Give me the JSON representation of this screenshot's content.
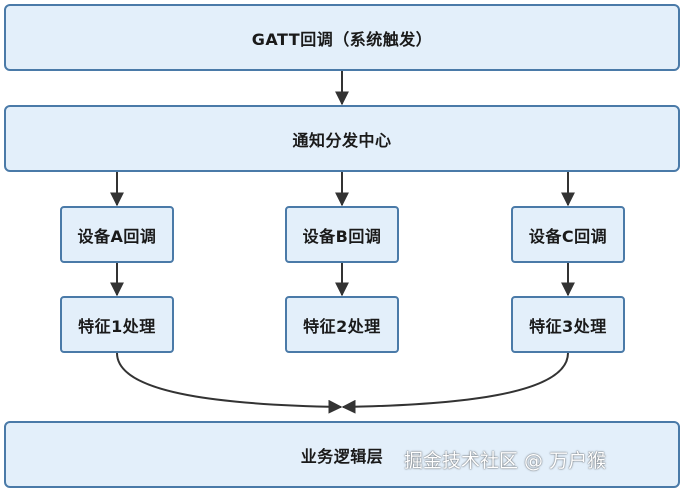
{
  "nodes": {
    "gatt": "GATT回调（系统触发）",
    "hub": "通知分发中心",
    "dev_a": "设备A回调",
    "dev_b": "设备B回调",
    "dev_c": "设备C回调",
    "char_1": "特征1处理",
    "char_2": "特征2处理",
    "char_3": "特征3处理",
    "business": "业务逻辑层"
  },
  "edges": [
    {
      "from": "gatt",
      "to": "hub"
    },
    {
      "from": "hub",
      "to": "dev_a"
    },
    {
      "from": "hub",
      "to": "dev_b"
    },
    {
      "from": "hub",
      "to": "dev_c"
    },
    {
      "from": "dev_a",
      "to": "char_1"
    },
    {
      "from": "dev_b",
      "to": "char_2"
    },
    {
      "from": "dev_c",
      "to": "char_3"
    },
    {
      "from": "char_1",
      "to": "business"
    },
    {
      "from": "char_3",
      "to": "business"
    }
  ],
  "colors": {
    "node_fill": "#e3effa",
    "node_border": "#4a7aa8",
    "edge": "#333333"
  },
  "watermark": "掘金技术社区 @ 万户猴"
}
